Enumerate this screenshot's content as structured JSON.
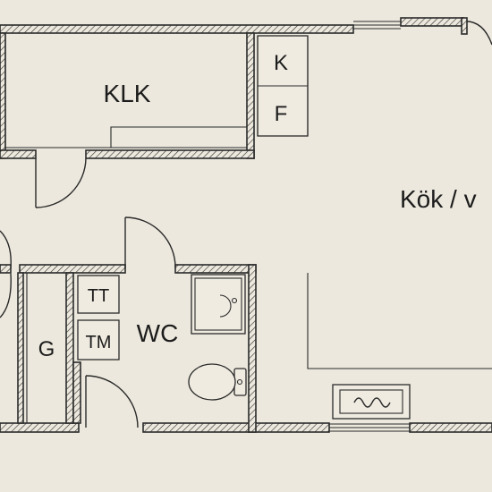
{
  "rooms": {
    "klk": "KLK",
    "k": "K",
    "f": "F",
    "kok": "Kök / v",
    "g": "G",
    "tt": "TT",
    "tm": "TM",
    "wc": "WC"
  },
  "colors": {
    "paper": "#ece8dd",
    "ink": "#2a2a2a"
  }
}
